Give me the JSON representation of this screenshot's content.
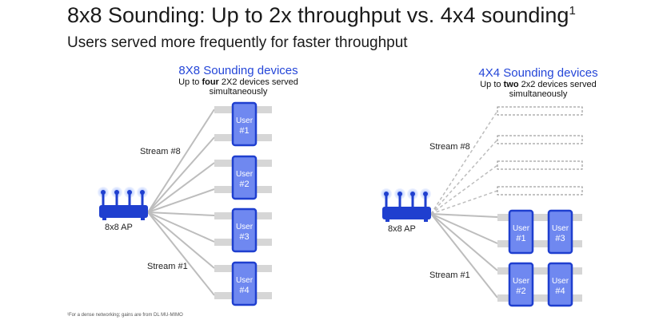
{
  "header": {
    "title": "8x8 Sounding: Up to 2x throughput vs. 4x4 sounding",
    "title_sup": "1",
    "subtitle": "Users served more frequently for faster throughput",
    "footnote": "¹For a dense networking; gains are from DL MU-MIMO"
  },
  "left_panel": {
    "title": "8X8 Sounding devices",
    "sub_pre": "Up to ",
    "sub_bold": "four",
    "sub_post": " 2X2 devices served",
    "sub_line2": "simultaneously",
    "ap_label": "8x8 AP",
    "stream_top": "Stream #8",
    "stream_bottom": "Stream #1",
    "users": [
      {
        "line1": "User",
        "line2": "#1"
      },
      {
        "line1": "User",
        "line2": "#2"
      },
      {
        "line1": "User",
        "line2": "#3"
      },
      {
        "line1": "User",
        "line2": "#4"
      }
    ]
  },
  "right_panel": {
    "title": "4X4 Sounding devices",
    "sub_pre": "Up to ",
    "sub_bold": "two",
    "sub_post": " 2x2 devices served",
    "sub_line2": "simultaneously",
    "ap_label": "8x8 AP",
    "stream_top": "Stream #8",
    "stream_bottom": "Stream #1",
    "users": [
      {
        "line1": "User",
        "line2": "#1"
      },
      {
        "line1": "User",
        "line2": "#3"
      },
      {
        "line1": "User",
        "line2": "#2"
      },
      {
        "line1": "User",
        "line2": "#4"
      }
    ]
  },
  "colors": {
    "accent": "#2446d8",
    "device_fill": "#6f88f0",
    "device_stroke": "#1f3fcf",
    "stream_line": "#bdbdbd",
    "stream_bar": "#d6d6d6",
    "dashed_box": "#8a8a8a"
  },
  "icons": {
    "router": "router-icon",
    "antenna": "antenna-icon",
    "device": "phone-device-icon"
  }
}
